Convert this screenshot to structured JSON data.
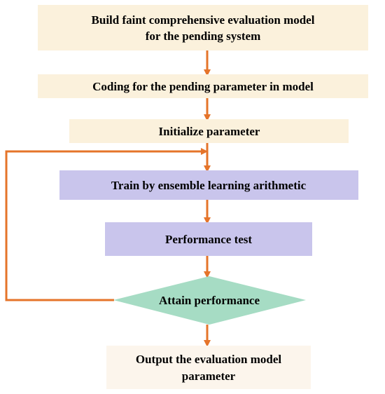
{
  "colors": {
    "cream_box": "#fbf1dc",
    "light_cream_box": "#fcf5ec",
    "lavender_box": "#c9c5ec",
    "diamond": "#a6dcc4",
    "arrow": "#e5742a",
    "text": "#000000"
  },
  "flowchart": {
    "steps": {
      "build_model": {
        "line1": "Build faint comprehensive evaluation model",
        "line2": "for the pending system"
      },
      "coding": "Coding for the pending parameter in model",
      "initialize": "Initialize parameter",
      "train": "Train by ensemble learning arithmetic",
      "performance_test": "Performance test",
      "decision": "Attain performance",
      "output": {
        "line1": "Output the evaluation model",
        "line2": "parameter"
      }
    }
  }
}
